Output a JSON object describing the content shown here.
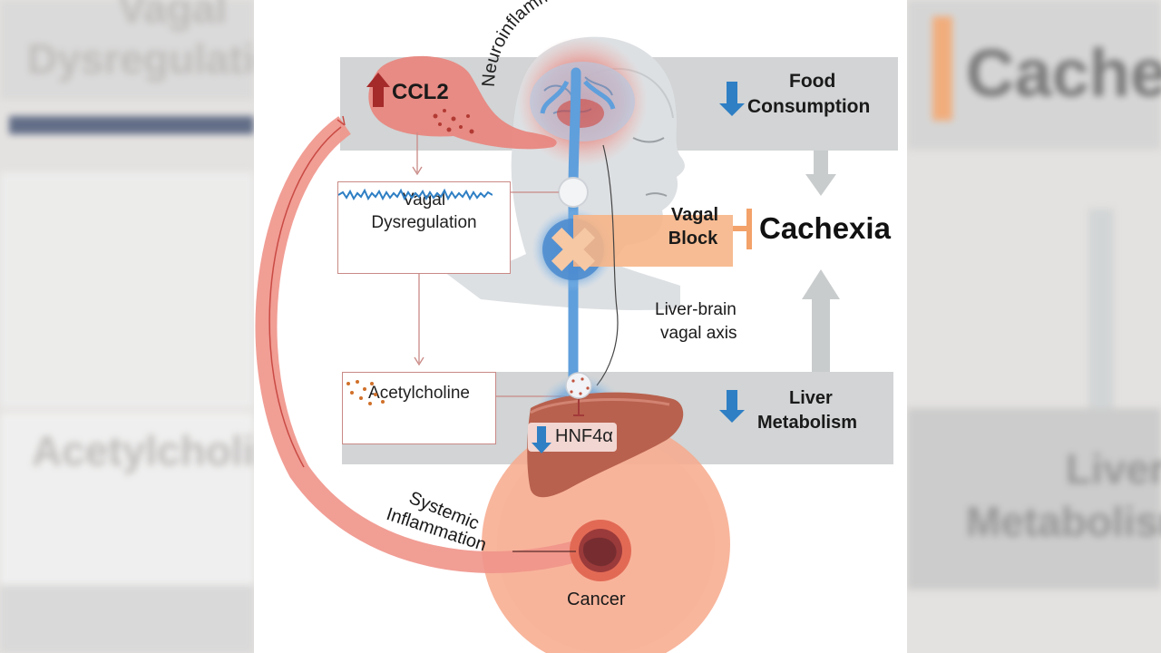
{
  "figure": {
    "ccl2": "CCL2",
    "neuroinflammation": "Neuroinflammation",
    "food_line1": "Food",
    "food_line2": "Consumption",
    "vagal_line1": "Vagal",
    "vagal_line2": "Dysregulation",
    "vagal_block_line1": "Vagal",
    "vagal_block_line2": "Block",
    "cachexia": "Cachexia",
    "axis_line1": "Liver-brain",
    "axis_line2": "vagal axis",
    "acetylcholine": "Acetylcholine",
    "hnf4a": "HNF4α",
    "liver_line1": "Liver",
    "liver_line2": "Metabolism",
    "systemic": "Systemic",
    "inflammation": "Inflammation",
    "cancer": "Cancer"
  },
  "colors": {
    "gray_band": "#d2d4d5",
    "red_blob": "#e8877f",
    "block_orange": "#f6b587",
    "down_arrow_blue": "#2e7fc4",
    "up_arrow_red": "#a52a2a",
    "cancer_circle": "#f7a98c"
  }
}
